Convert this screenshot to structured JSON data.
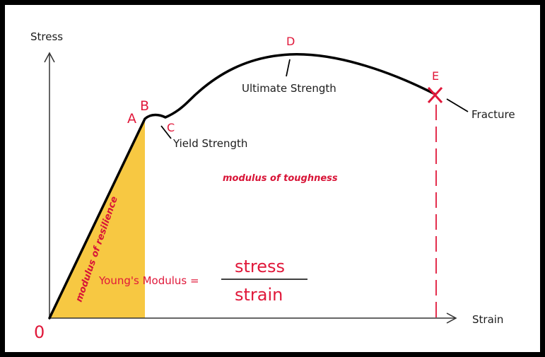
{
  "axes": {
    "y_label": "Stress",
    "x_label": "Strain",
    "origin_label": "0"
  },
  "points": {
    "a": "A",
    "b": "B",
    "c": "C",
    "d": "D",
    "e": "E"
  },
  "annotations": {
    "yield": "Yield Strength",
    "ultimate": "Ultimate Strength",
    "fracture": "Fracture",
    "toughness": "modulus of toughness",
    "resilience": "modulus of resilience"
  },
  "formula": {
    "lhs": "Young's Modulus =",
    "numerator": "stress",
    "denominator": "strain"
  },
  "colors": {
    "curve": "#000000",
    "label_red": "#e0183a",
    "resilience_fill": "#f7c842",
    "axis": "#333333"
  }
}
